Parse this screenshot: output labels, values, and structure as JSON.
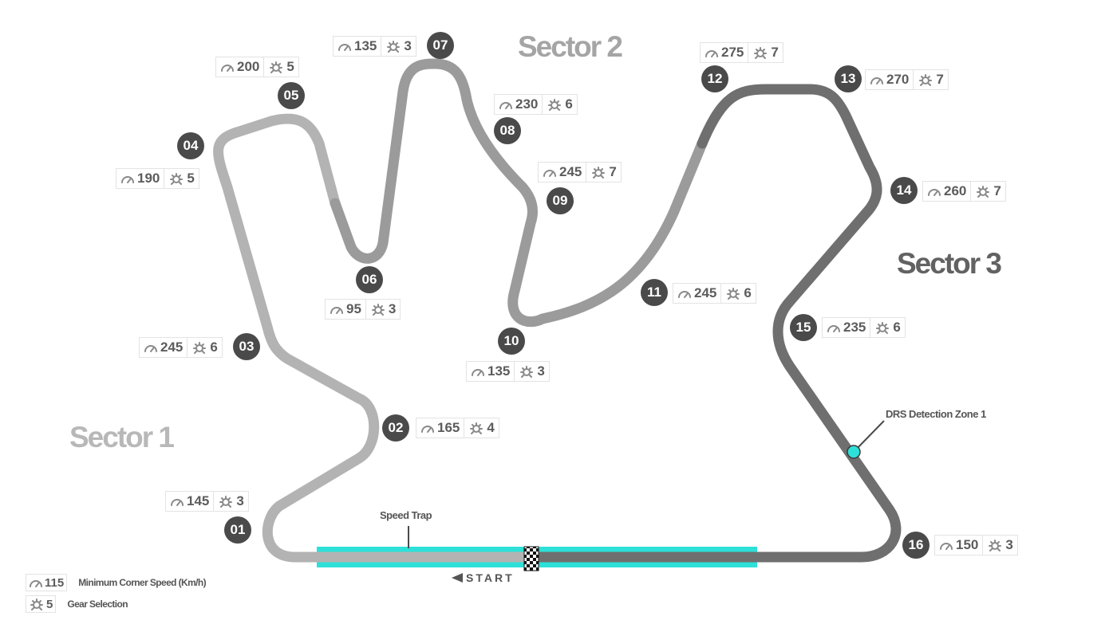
{
  "map": {
    "colors": {
      "sector1": "#b3b3b3",
      "sector2": "#9b9b9b",
      "sector3": "#6f6f6f",
      "drs": "#2de0d8",
      "badge": "#4a4a4a",
      "sector_label_light": "#b8b8b8",
      "sector_label_mid": "#a5a5a5",
      "sector_label_dark": "#626262"
    },
    "sectors": [
      {
        "label": "Sector 1"
      },
      {
        "label": "Sector 2"
      },
      {
        "label": "Sector 3"
      }
    ],
    "corners": [
      {
        "number": "01",
        "speed": "145",
        "gear": "3"
      },
      {
        "number": "02",
        "speed": "165",
        "gear": "4"
      },
      {
        "number": "03",
        "speed": "245",
        "gear": "6"
      },
      {
        "number": "04",
        "speed": "190",
        "gear": "5"
      },
      {
        "number": "05",
        "speed": "200",
        "gear": "5"
      },
      {
        "number": "06",
        "speed": "95",
        "gear": "3"
      },
      {
        "number": "07",
        "speed": "135",
        "gear": "3"
      },
      {
        "number": "08",
        "speed": "230",
        "gear": "6"
      },
      {
        "number": "09",
        "speed": "245",
        "gear": "7"
      },
      {
        "number": "10",
        "speed": "135",
        "gear": "3"
      },
      {
        "number": "11",
        "speed": "245",
        "gear": "6"
      },
      {
        "number": "12",
        "speed": "275",
        "gear": "7"
      },
      {
        "number": "13",
        "speed": "270",
        "gear": "7"
      },
      {
        "number": "14",
        "speed": "260",
        "gear": "7"
      },
      {
        "number": "15",
        "speed": "235",
        "gear": "6"
      },
      {
        "number": "16",
        "speed": "150",
        "gear": "3"
      }
    ],
    "labels": {
      "speed_trap": "Speed Trap",
      "drs_detection": "DRS Detection Zone 1",
      "start": "START"
    },
    "legend": {
      "speed_value": "115",
      "speed_text": "Minimum Corner Speed (Km/h)",
      "gear_value": "5",
      "gear_text": "Gear Selection"
    },
    "icons": {
      "speed": "speedometer-icon",
      "gear": "gearbox-icon",
      "start_arrow": "arrow-left-icon",
      "finish": "checkered-flag-icon"
    }
  }
}
